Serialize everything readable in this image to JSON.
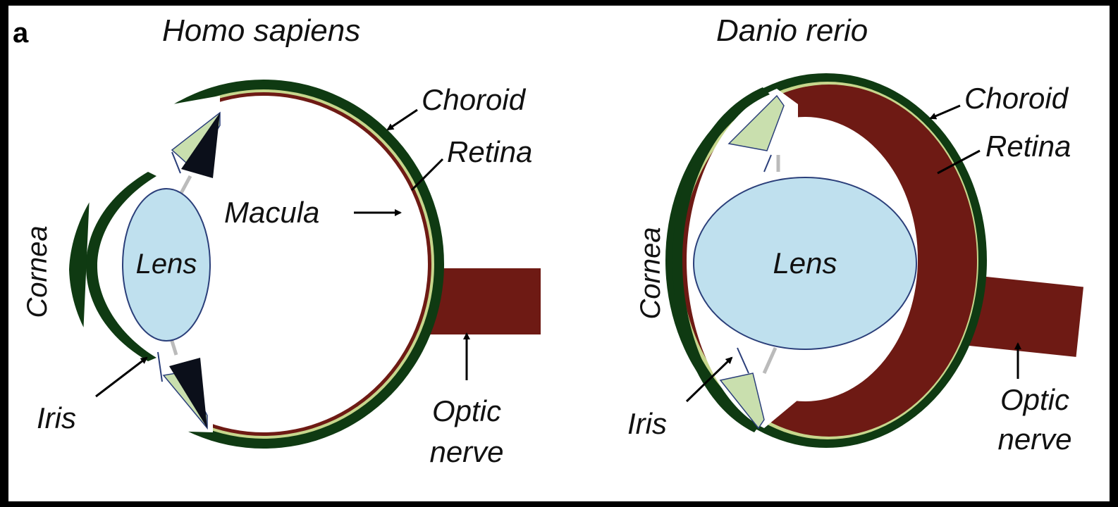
{
  "panel_label": "a",
  "colors": {
    "sclera": "#0f3a12",
    "retina": "#6e1a14",
    "rpe": "#c7d68c",
    "lens_fill": "#bfe0ee",
    "lens_stroke": "#2b3f7a",
    "ciliary": "#c9dfae",
    "iris_dark": "#0b0f1a"
  },
  "human": {
    "title": "Homo sapiens",
    "labels": {
      "cornea": "Cornea",
      "lens": "Lens",
      "iris": "Iris",
      "choroid": "Choroid",
      "retina": "Retina",
      "macula": "Macula",
      "optic_line1": "Optic",
      "optic_line2": "nerve"
    }
  },
  "zebrafish": {
    "title": "Danio rerio",
    "labels": {
      "cornea": "Cornea",
      "lens": "Lens",
      "iris": "Iris",
      "choroid": "Choroid",
      "retina": "Retina",
      "optic_line1": "Optic",
      "optic_line2": "nerve"
    }
  }
}
